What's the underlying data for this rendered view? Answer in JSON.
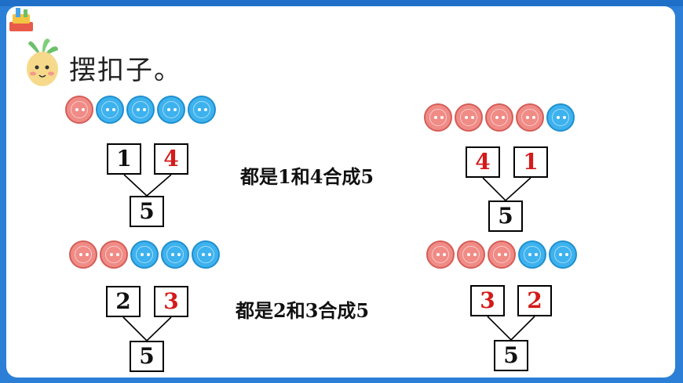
{
  "title": "摆扣子。",
  "statements": [
    "都是1和4合成5",
    "都是2和3合成5"
  ],
  "groups": [
    {
      "id": "g1",
      "buttons": [
        "red",
        "blue",
        "blue",
        "blue",
        "blue"
      ],
      "left": "1",
      "right": "4",
      "total": "5"
    },
    {
      "id": "g2",
      "buttons": [
        "red",
        "red",
        "red",
        "red",
        "blue"
      ],
      "left": "4",
      "right": "1",
      "total": "5"
    },
    {
      "id": "g3",
      "buttons": [
        "red",
        "red",
        "blue",
        "blue",
        "blue"
      ],
      "left": "2",
      "right": "3",
      "total": "5"
    },
    {
      "id": "g4",
      "buttons": [
        "red",
        "red",
        "red",
        "blue",
        "blue"
      ],
      "left": "3",
      "right": "2",
      "total": "5"
    }
  ],
  "colors": {
    "frame": "#2b7fd6",
    "red_button": "#f08b86",
    "blue_button": "#3db2ee",
    "highlight_number": "#d41a1a"
  }
}
